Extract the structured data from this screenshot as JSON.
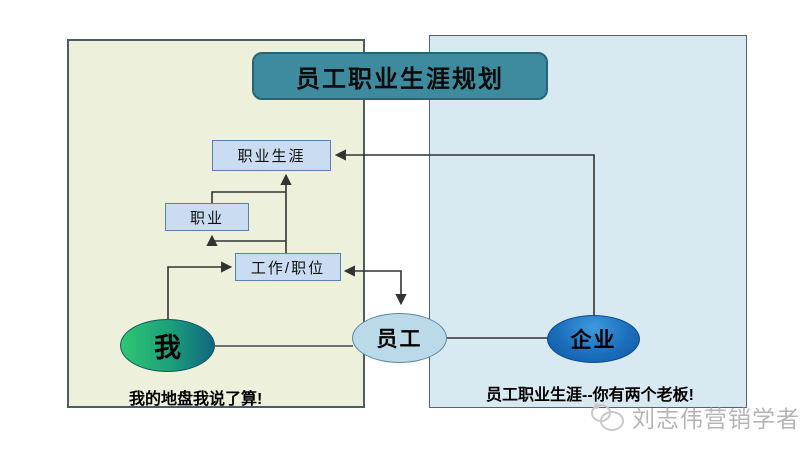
{
  "title": "员工职业生涯规划",
  "nodes": {
    "career": "职业生涯",
    "occupation": "职业",
    "job": "工作/职位",
    "me": "我",
    "employee": "员工",
    "enterprise": "企业"
  },
  "captions": {
    "left": "我的地盘我说了算!",
    "right": "员工职业生涯--你有两个老板!"
  },
  "watermark": {
    "label": "刘志伟营销学者"
  },
  "colors": {
    "title_bg": "#3e8ba0",
    "title_border": "#266577",
    "left_panel_bg": "#edf0da",
    "right_panel_bg": "#d9e9f2",
    "panel_border": "#4d5a68",
    "flow_box_bg": "#cadcf2",
    "flow_box_border": "#5d7fae",
    "me_gradient_start": "#2fc674",
    "me_gradient_end": "#0f6680",
    "employee_bg": "#badae9",
    "enterprise_gradient_start": "#3e9ade",
    "enterprise_gradient_end": "#0e57a4",
    "connector_line": "#333333",
    "watermark_gray": "#b6b6b6"
  }
}
